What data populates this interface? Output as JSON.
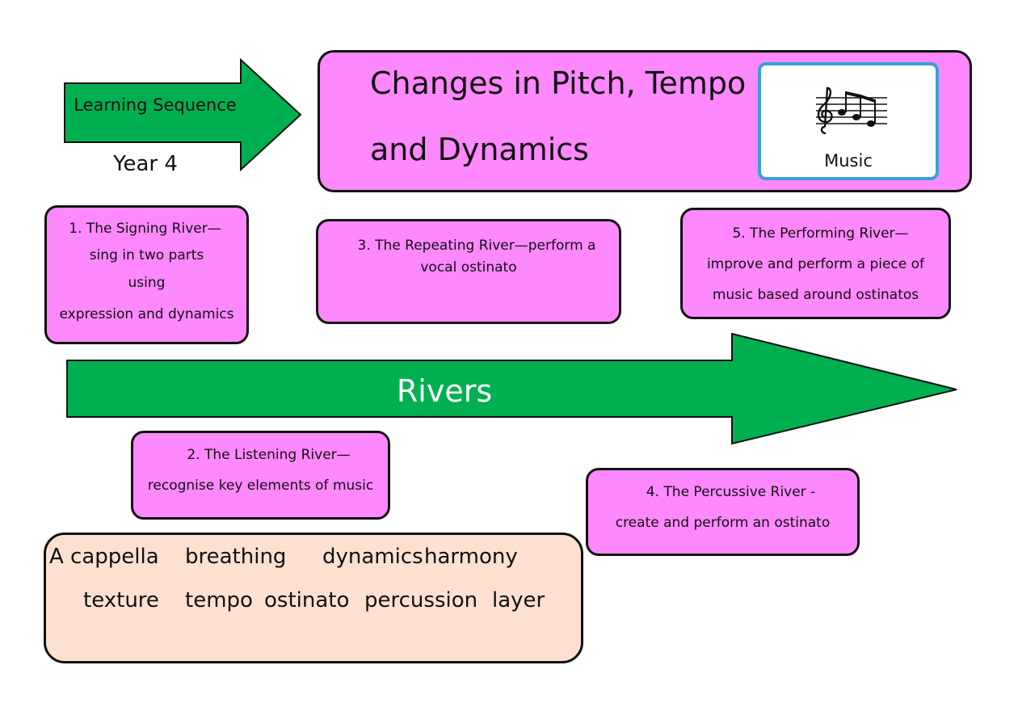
{
  "sequence": {
    "label": "Learning Sequence",
    "year": "Year 4"
  },
  "title": {
    "line1": "Changes in Pitch, Tempo",
    "line2": "and Dynamics"
  },
  "subject": {
    "label": "Music",
    "icon": "music-notes-icon"
  },
  "cards": {
    "card1": {
      "line1": "1.    The Signing River—",
      "line2": "sing in two parts",
      "line3": "using",
      "line4": "expression and dynamics"
    },
    "card2": {
      "line1": "2. The Listening River—",
      "line2": "recognise key elements of music"
    },
    "card3": {
      "line1": "3. The Repeating River—perform a",
      "line2": "vocal ostinato"
    },
    "card4": {
      "line1": "4. The Percussive River  -",
      "line2": "create and perform an ostinato"
    },
    "card5": {
      "line1": "5. The Performing River—",
      "line2": "improve and perform a piece of",
      "line3": "music based around ostinatos"
    }
  },
  "rivers_label": "Rivers",
  "vocabulary": {
    "words": [
      "A cappella",
      "breathing",
      "dynamics",
      "harmony",
      "texture",
      "tempo",
      "ostinato",
      "percussion",
      "layer"
    ]
  },
  "colors": {
    "green": "#00b050",
    "pink": "#fe88fe",
    "peach": "#fde0cf",
    "icon_border": "#3aa0d3"
  }
}
